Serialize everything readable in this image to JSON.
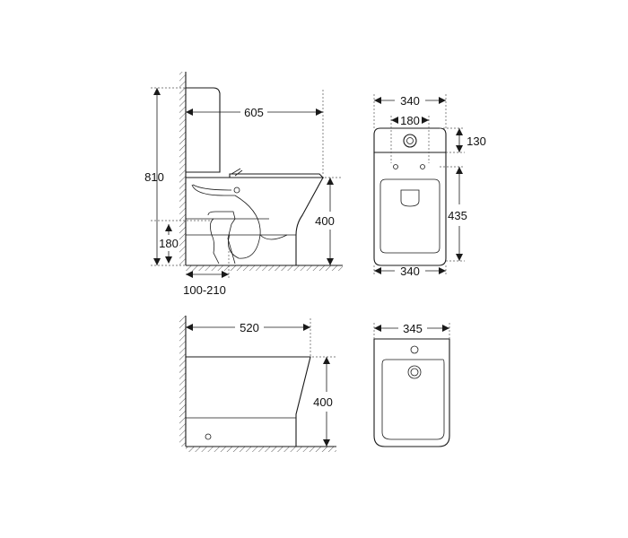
{
  "side_view": {
    "dims": {
      "height": "810",
      "depth": "605",
      "seat_height": "400",
      "outlet_height": "180",
      "wall_offset": "100-210"
    }
  },
  "top_view": {
    "dims": {
      "tank_width": "340",
      "button_spacing": "180",
      "tank_depth": "130",
      "bowl_depth": "435",
      "base_width": "340"
    }
  },
  "bidet_side_view": {
    "dims": {
      "depth": "520",
      "height": "400"
    }
  },
  "bidet_top_view": {
    "dims": {
      "width": "345"
    }
  }
}
